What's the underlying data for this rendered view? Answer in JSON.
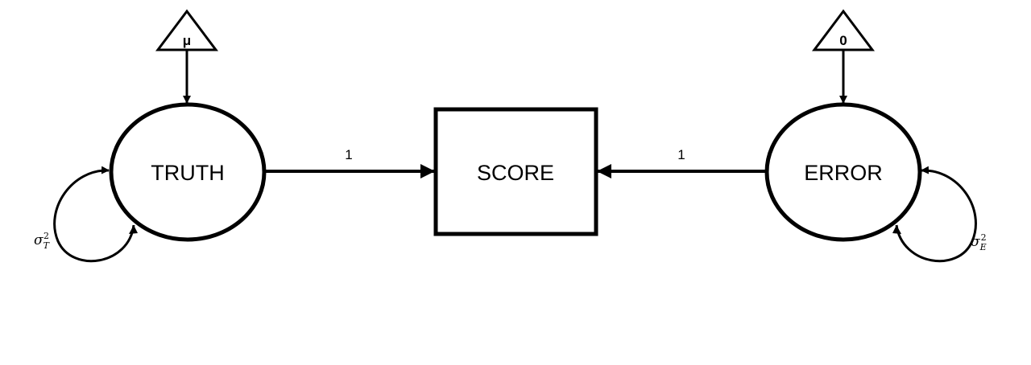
{
  "nodes": {
    "truth": {
      "label": "TRUTH"
    },
    "score": {
      "label": "SCORE"
    },
    "error": {
      "label": "ERROR"
    }
  },
  "constants": {
    "truth_mean": {
      "label": "μ"
    },
    "error_mean": {
      "label": "0"
    }
  },
  "paths": {
    "truth_to_score": {
      "label": "1"
    },
    "error_to_score": {
      "label": "1"
    }
  },
  "variances": {
    "truth": {
      "symbol": "σ",
      "subscript": "T",
      "superscript": "2"
    },
    "error": {
      "symbol": "σ",
      "subscript": "E",
      "superscript": "2"
    }
  },
  "colors": {
    "stroke": "#000000",
    "background": "#ffffff"
  }
}
